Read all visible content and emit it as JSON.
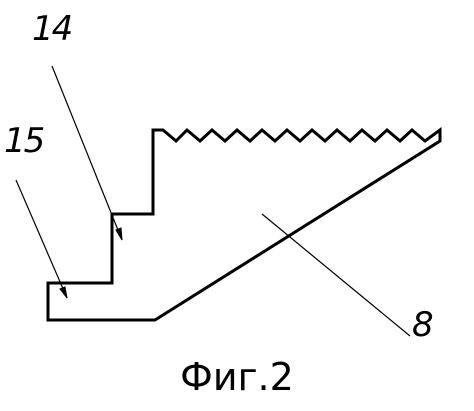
{
  "figure": {
    "caption": "Фиг.2",
    "labels": {
      "ref_14": "14",
      "ref_15": "15",
      "ref_8": "8"
    },
    "stroke_color": "#000000",
    "background_color": "#ffffff"
  }
}
